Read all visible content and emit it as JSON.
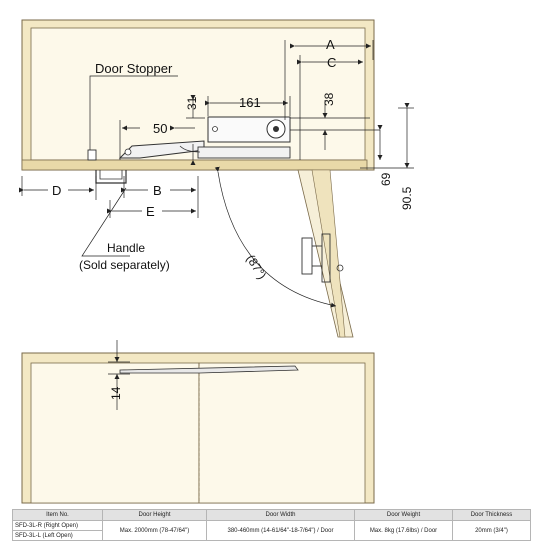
{
  "labels": {
    "door_stopper": "Door Stopper",
    "handle": "Handle",
    "handle_note": "(Sold separately)",
    "angle": "(87°)"
  },
  "dimensions": {
    "a": "A",
    "c": "C",
    "b": "B",
    "d": "D",
    "e": "E",
    "d161": "161",
    "d50": "50",
    "d31": "31",
    "d38": "38",
    "d69": "69",
    "d90_5": "90.5",
    "d14": "14"
  },
  "table": {
    "headers": [
      "Item No.",
      "Door Height",
      "Door Width",
      "Door Weight",
      "Door Thickness"
    ],
    "item_1": "SFD-3L-R (Right Open)",
    "item_2": "SFD-3L-L (Left Open)",
    "door_height": "Max. 2000mm (78-47/64\")",
    "door_width": "380-460mm (14-61/64\"-18-7/64\") / Door",
    "door_weight": "Max. 8kg (17.6lbs) / Door",
    "door_thickness": "20mm (3/4\")"
  },
  "colors": {
    "panel_fill": "#f3e8c4",
    "panel_edge": "#7a6a4a",
    "line": "#222222"
  }
}
